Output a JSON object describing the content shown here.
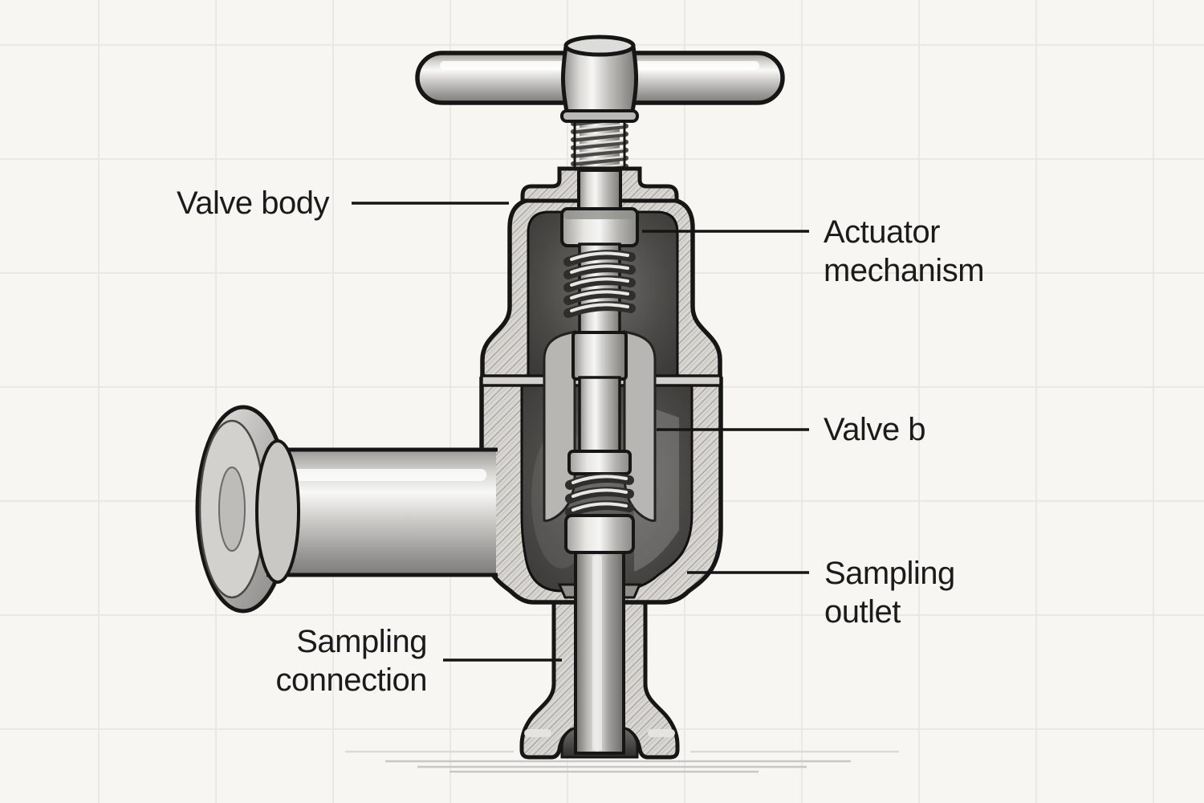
{
  "figure": {
    "background_color": "#f7f6f3",
    "grid_color": "#e9e8e4",
    "ink_color": "#1b1b1b",
    "metal_light": "#f6f6f4",
    "metal_mid": "#c2c1be",
    "metal_dark": "#7b7a77",
    "cavity_color": "#4a4946",
    "labels": {
      "valve_body": "Valve body",
      "actuator_mechanism": "Actuator mechanism",
      "valve_b": "Valve b",
      "sampling_outlet": "Sampling outlet",
      "sampling_connection": "Sampling connection"
    }
  }
}
